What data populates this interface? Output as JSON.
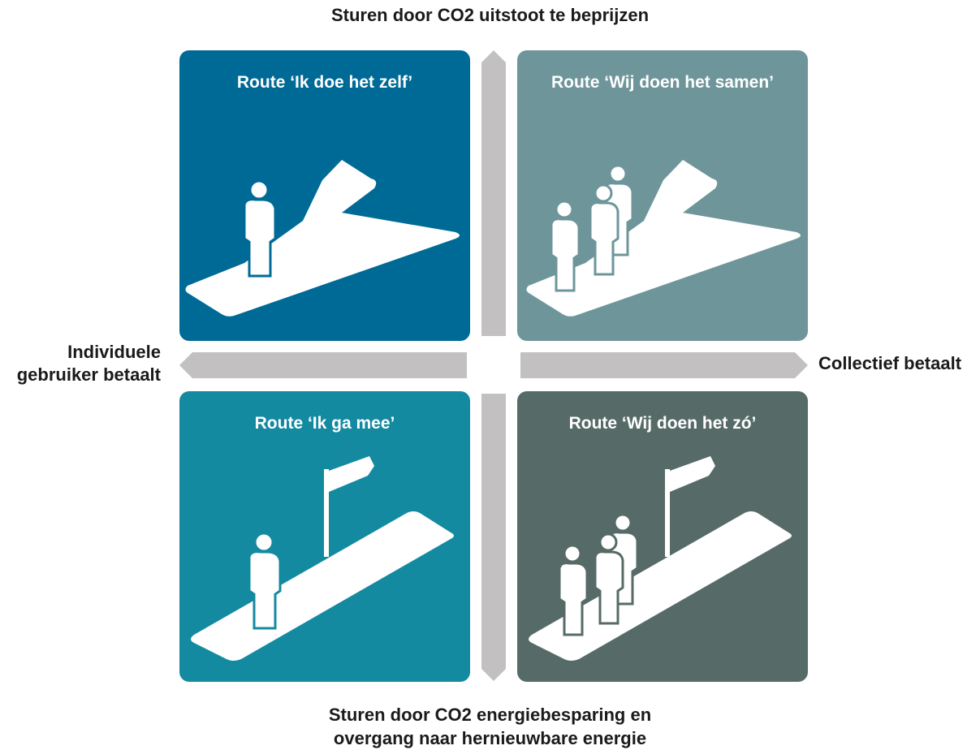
{
  "axes": {
    "top": "Sturen door CO2 uitstoot te beprijzen",
    "bottom_line1": "Sturen door CO2 energiebesparing en",
    "bottom_line2": "overgang naar hernieuwbare energie",
    "left_line1": "Individuele",
    "left_line2": "gebruiker betaalt",
    "right": "Collectief betaalt"
  },
  "quadrants": {
    "top_left": {
      "title": "Route ‘Ik doe het zelf’"
    },
    "top_right": {
      "title": "Route ‘Wij doen het samen’"
    },
    "bottom_left": {
      "title": "Route ‘Ik ga mee’"
    },
    "bottom_right": {
      "title": "Route ‘Wij doen het zó’"
    }
  },
  "colors": {
    "top_left": "#006a97",
    "top_right": "#6e969a",
    "bottom_left": "#148aa1",
    "bottom_right": "#566b67",
    "arrow": "#c3c0c1"
  }
}
